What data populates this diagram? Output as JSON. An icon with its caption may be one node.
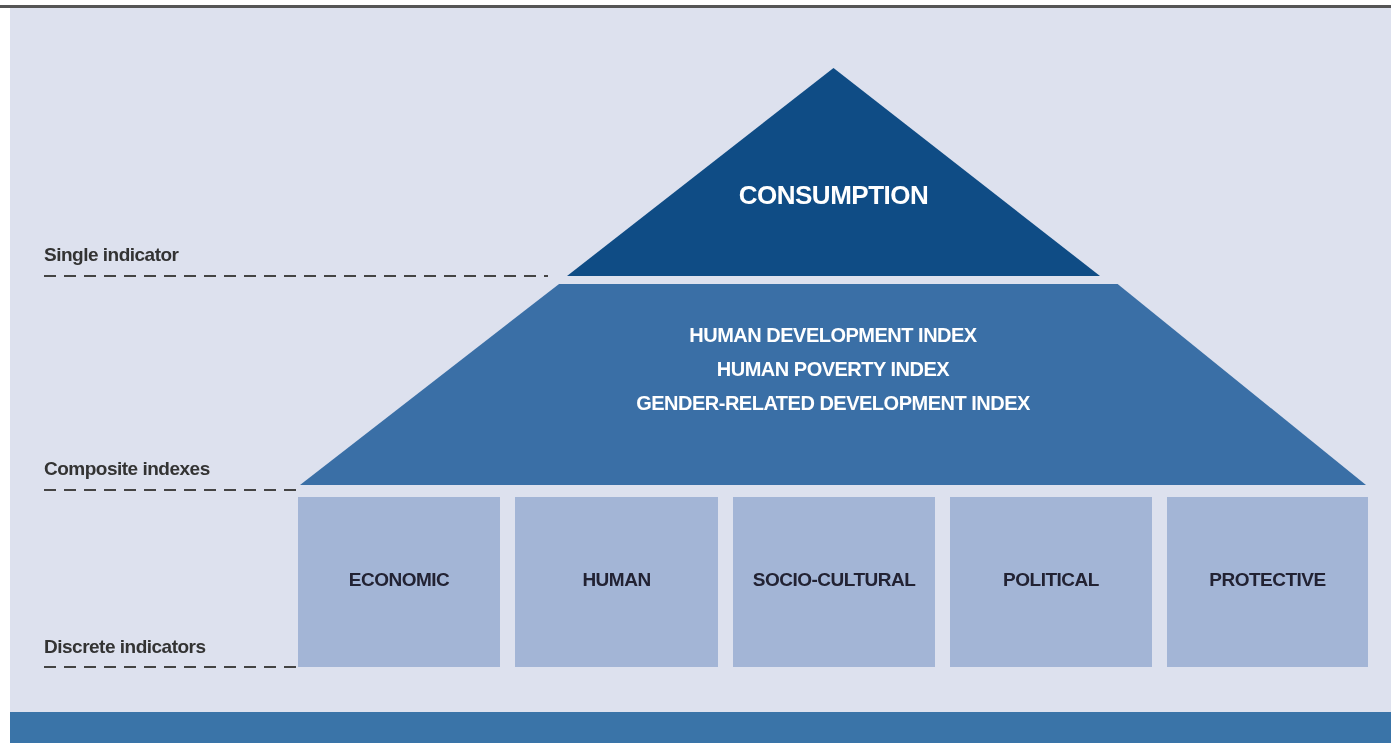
{
  "diagram": {
    "nodes": [
      {
        "text": [
          "CONSUMPTION"
        ]
      },
      {
        "text": [
          "HUMAN DEVELOPMENT INDEX",
          "HUMAN POVERTY INDEX",
          "GENDER-RELATED DEVELOPMENT INDEX"
        ]
      },
      {
        "text": [
          "ECONOMIC"
        ]
      },
      {
        "text": [
          "HUMAN"
        ]
      },
      {
        "text": [
          "SOCIO-CULTURAL"
        ]
      },
      {
        "text": [
          "POLITICAL"
        ]
      },
      {
        "text": [
          "PROTECTIVE"
        ]
      }
    ],
    "edges": [],
    "labels": [
      "Single indicator",
      "Composite indexes",
      "Discrete indicators"
    ]
  }
}
